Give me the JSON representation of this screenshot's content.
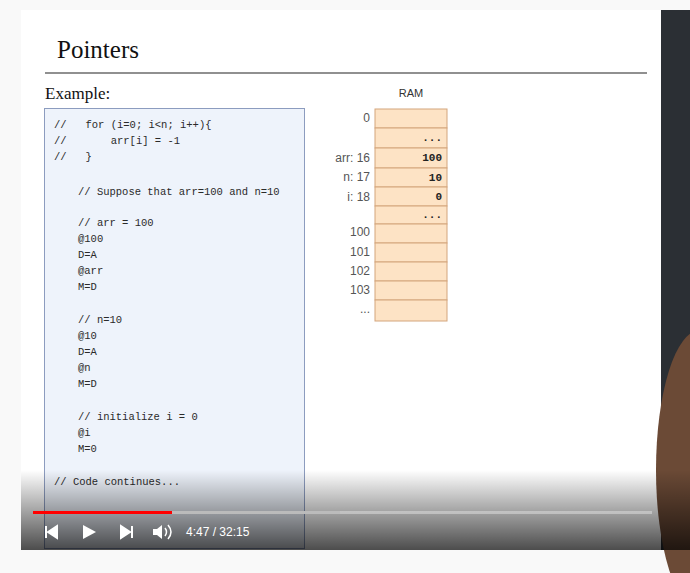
{
  "diagram": {
    "title": "Pointers",
    "nodes": [
      {
        "text": [
          "//   for (i=0; i<n; i++){",
          "//       arr[i] = -1",
          "//   }",
          "// Suppose that arr=100 and n=10",
          "// arr = 100",
          "@100",
          "D=A",
          "@arr",
          "M=D",
          "// n=10",
          "@10",
          "D=A",
          "@n",
          "M=D",
          "// initialize i = 0",
          "@i",
          "M=0",
          "// Code continues..."
        ]
      },
      {
        "text": [
          "RAM"
        ]
      },
      {
        "text": [
          "..."
        ],
        "in": 1
      },
      {
        "text": [
          "100"
        ],
        "in": 1
      },
      {
        "text": [
          "10"
        ],
        "in": 1
      },
      {
        "text": [
          "0"
        ],
        "in": 1
      },
      {
        "text": [
          "..."
        ],
        "in": 1
      }
    ],
    "edges": [],
    "labels": [
      "Example:",
      "0",
      "arr: 16",
      "n: 17",
      "i: 18",
      "100",
      "101",
      "102",
      "103",
      "...",
      "4:47 / 32:15"
    ]
  }
}
